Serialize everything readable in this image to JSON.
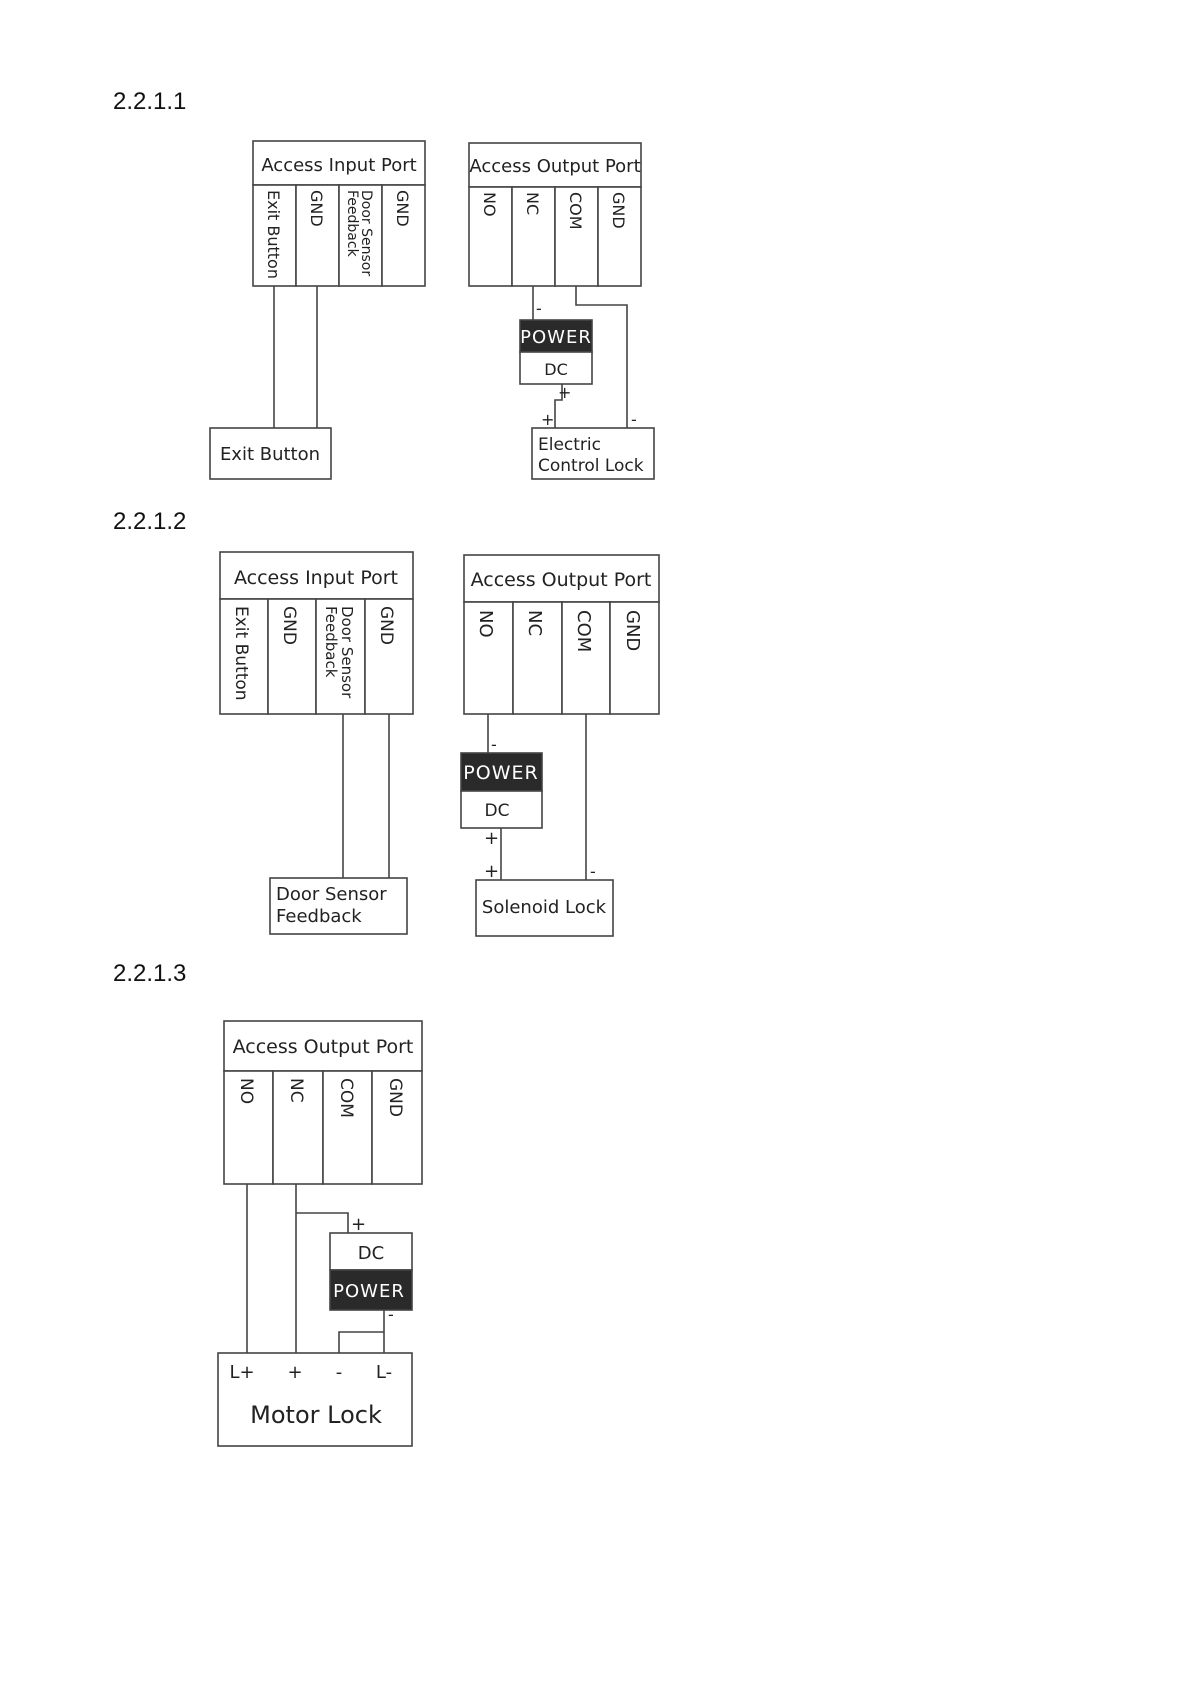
{
  "sections": [
    {
      "number": "2.2.1.1",
      "input_port": {
        "title": "Access Input Port",
        "terminals": [
          "Exit Button",
          "GND",
          "Door Sensor",
          "Feedback",
          "GND"
        ]
      },
      "output_port": {
        "title": "Access Output Port",
        "terminals": [
          "NO",
          "NC",
          "COM",
          "GND"
        ]
      },
      "power": {
        "top": "POWER",
        "bottom": "DC"
      },
      "polarity": {
        "nc_wire": "-",
        "dc_out": "+",
        "lock_plus": "+",
        "lock_minus": "-"
      },
      "devices": {
        "exit_button": "Exit Button",
        "lock_line1": "Electric",
        "lock_line2": "Control Lock"
      }
    },
    {
      "number": "2.2.1.2",
      "input_port": {
        "title": "Access Input Port",
        "terminals": [
          "Exit Button",
          "GND",
          "Door Sensor",
          "Feedback",
          "GND"
        ]
      },
      "output_port": {
        "title": "Access Output Port",
        "terminals": [
          "NO",
          "NC",
          "COM",
          "GND"
        ]
      },
      "power": {
        "top": "POWER",
        "bottom": "DC"
      },
      "polarity": {
        "no_wire": "-",
        "dc_out": "+",
        "lock_plus": "+",
        "lock_minus": "-"
      },
      "devices": {
        "sensor_line1": "Door Sensor",
        "sensor_line2": "Feedback",
        "lock": "Solenoid Lock"
      }
    },
    {
      "number": "2.2.1.3",
      "output_port": {
        "title": "Access Output Port",
        "terminals": [
          "NO",
          "NC",
          "COM",
          "GND"
        ]
      },
      "power": {
        "top": "DC",
        "bottom": "POWER"
      },
      "polarity": {
        "dc_in": "+",
        "power_out": "-"
      },
      "motor_lock": {
        "terminals": [
          "L+",
          "+",
          "-",
          "L-"
        ],
        "label": "Motor Lock"
      }
    }
  ]
}
